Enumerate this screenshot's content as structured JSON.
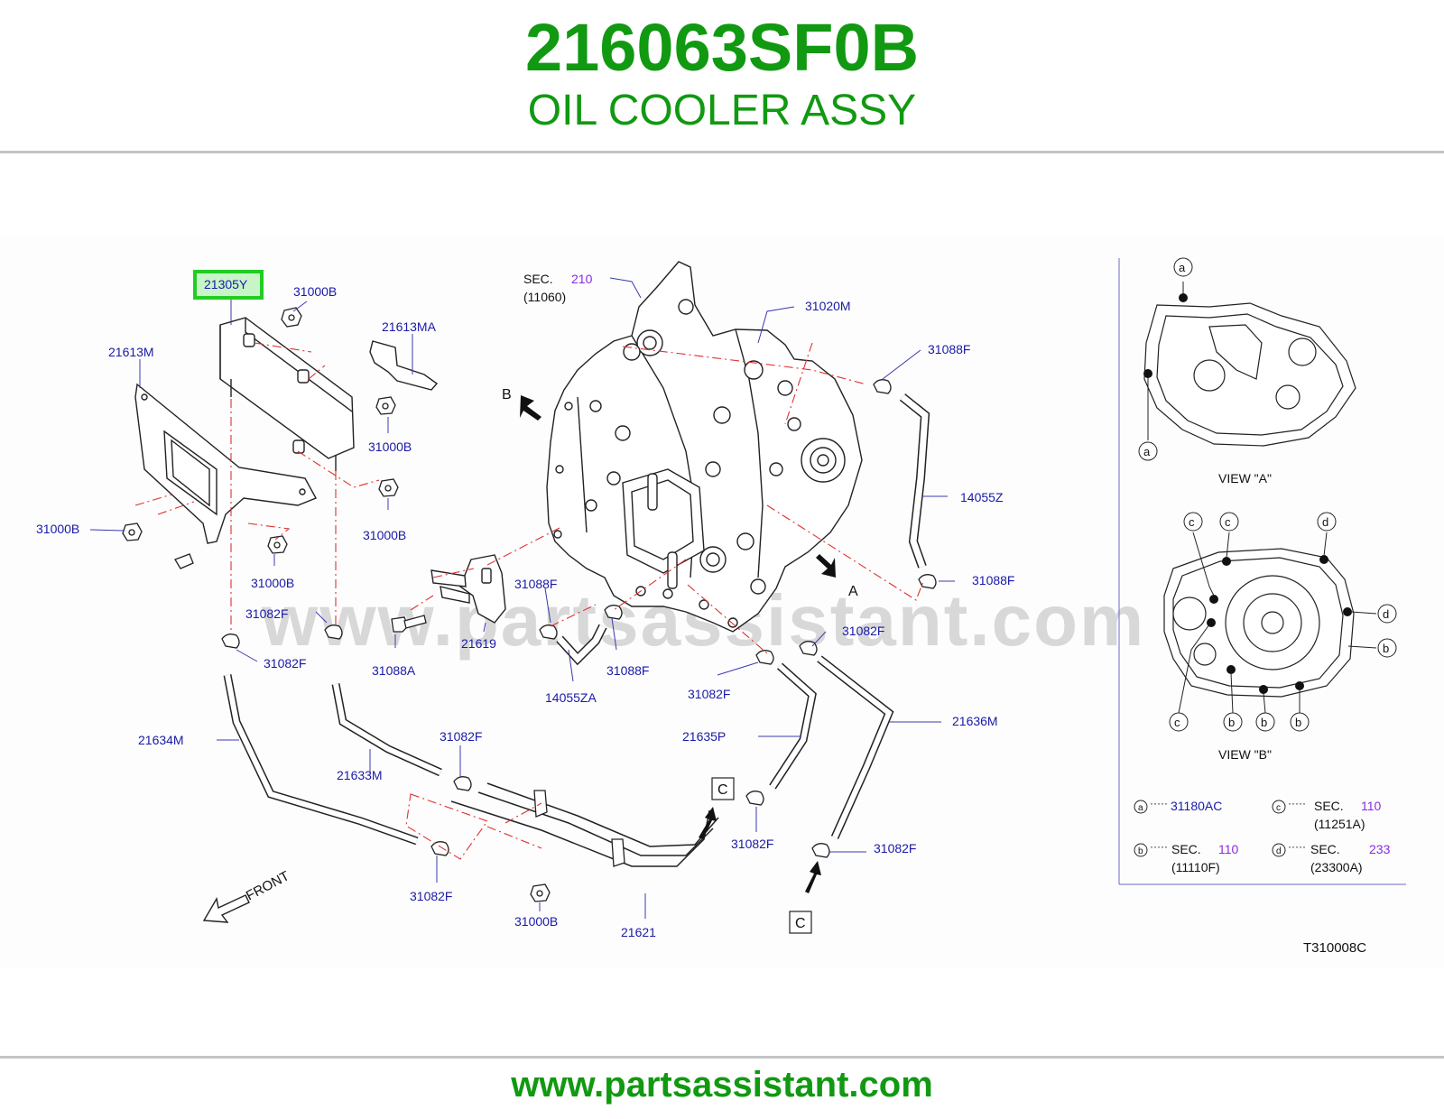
{
  "header": {
    "part_number": "216063SF0B",
    "part_name": "OIL COOLER ASSY"
  },
  "footer": {
    "url": "www.partsassistant.com"
  },
  "watermark": "www.partsassistant.com",
  "colors": {
    "brand_green": "#119911",
    "label_blue": "#1a1aa8",
    "section_purple": "#8a2be2",
    "leader_red": "#e03030",
    "highlight": "#22cc22"
  },
  "diagram": {
    "highlighted_part": "21305Y",
    "labels": {
      "p21305Y": "21305Y",
      "p31000B_1": "31000B",
      "p21613MA": "21613MA",
      "p21613M": "21613M",
      "p31000B_2": "31000B",
      "p31000B_3": "31000B",
      "p31000B_4": "31000B",
      "p31000B_5": "31000B",
      "p31082F_1": "31082F",
      "p31082F_2": "31082F",
      "p31088A": "31088A",
      "p21619": "21619",
      "p31088F_1": "31088F",
      "p14055ZA": "14055ZA",
      "p31088F_2": "31088F",
      "p31082F_3": "31082F",
      "p31082F_4": "31082F",
      "p21634M": "21634M",
      "p21633M": "21633M",
      "p31082F_5": "31082F",
      "p31082F_6": "31082F",
      "p31000B_6": "31000B",
      "p21621": "21621",
      "p21635P": "21635P",
      "p31082F_7": "31082F",
      "p31082F_8": "31082F",
      "p21636M": "21636M",
      "p31020M": "31020M",
      "p31088F_3": "31088F",
      "p14055Z": "14055Z",
      "p31088F_4": "31088F",
      "sec_label": "SEC.",
      "sec_210": "210",
      "sec_11060": "(11060)",
      "arrow_a": "A",
      "arrow_b": "B",
      "marker_c": "C",
      "front": "FRONT",
      "code": "T310008C"
    },
    "view_a": {
      "title": "VIEW  \"A\"",
      "markers": [
        "a",
        "a"
      ]
    },
    "view_b": {
      "title": "VIEW  \"B\"",
      "markers": [
        "c",
        "c",
        "d",
        "d",
        "b",
        "c",
        "b",
        "b",
        "b"
      ]
    },
    "legend": [
      {
        "key": "a",
        "dots": "·····",
        "text": "31180AC"
      },
      {
        "key": "b",
        "dots": "·····",
        "sec": "SEC.",
        "num": "110",
        "sub": "(11110F)"
      },
      {
        "key": "c",
        "dots": "·····",
        "sec": "SEC.",
        "num": "110",
        "sub": "(11251A)"
      },
      {
        "key": "d",
        "dots": "·····",
        "sec": "SEC.",
        "num": "233",
        "sub": "(23300A)"
      }
    ]
  }
}
